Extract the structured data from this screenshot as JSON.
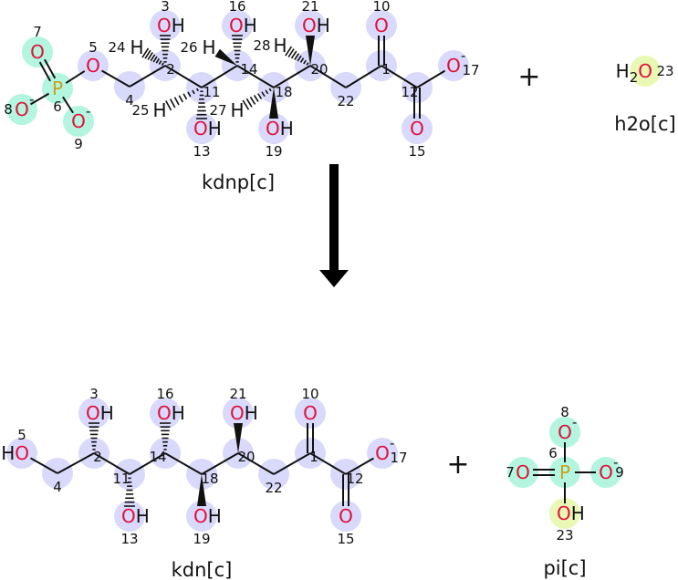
{
  "colors": {
    "oxygen": "#e0103a",
    "phosphorus": "#c8a21a",
    "hydrogen": "#111111",
    "carbon_highlight": "#d9d9fb",
    "phosphate_highlight": "#b3f5df",
    "water_highlight": "#e9f8b4"
  },
  "reaction": {
    "plus_sign": "+",
    "arrow": "reaction-arrow",
    "reactants": [
      {
        "name": "kdnp[c]",
        "atoms": [
          {
            "id": "P6",
            "num": "6",
            "label": "P",
            "charge": ""
          },
          {
            "id": "O7",
            "num": "7",
            "label": "O",
            "charge": ""
          },
          {
            "id": "O8",
            "num": "8",
            "label": "O",
            "charge": "-"
          },
          {
            "id": "O9",
            "num": "9",
            "label": "O",
            "charge": "-"
          },
          {
            "id": "O5",
            "num": "5",
            "label": "O",
            "charge": ""
          },
          {
            "id": "C4",
            "num": "4",
            "label": "",
            "charge": ""
          },
          {
            "id": "C2",
            "num": "2",
            "label": "",
            "charge": ""
          },
          {
            "id": "O3",
            "num": "3",
            "label": "OH",
            "charge": ""
          },
          {
            "id": "H24",
            "num": "24",
            "label": "H",
            "charge": ""
          },
          {
            "id": "C11",
            "num": "11",
            "label": "",
            "charge": ""
          },
          {
            "id": "O13",
            "num": "13",
            "label": "OH",
            "charge": ""
          },
          {
            "id": "H25",
            "num": "25",
            "label": "H",
            "charge": ""
          },
          {
            "id": "C14",
            "num": "14",
            "label": "",
            "charge": ""
          },
          {
            "id": "O16",
            "num": "16",
            "label": "OH",
            "charge": ""
          },
          {
            "id": "H26",
            "num": "26",
            "label": "H",
            "charge": ""
          },
          {
            "id": "C18",
            "num": "18",
            "label": "",
            "charge": ""
          },
          {
            "id": "O19",
            "num": "19",
            "label": "OH",
            "charge": ""
          },
          {
            "id": "H27",
            "num": "27",
            "label": "H",
            "charge": ""
          },
          {
            "id": "C20",
            "num": "20",
            "label": "",
            "charge": ""
          },
          {
            "id": "O21",
            "num": "21",
            "label": "OH",
            "charge": ""
          },
          {
            "id": "H28",
            "num": "28",
            "label": "H",
            "charge": ""
          },
          {
            "id": "C22",
            "num": "22",
            "label": "",
            "charge": ""
          },
          {
            "id": "C1",
            "num": "1",
            "label": "",
            "charge": ""
          },
          {
            "id": "O10",
            "num": "10",
            "label": "O",
            "charge": ""
          },
          {
            "id": "C12",
            "num": "12",
            "label": "",
            "charge": ""
          },
          {
            "id": "O15",
            "num": "15",
            "label": "O",
            "charge": ""
          },
          {
            "id": "O17",
            "num": "17",
            "label": "O",
            "charge": "-"
          }
        ]
      },
      {
        "name": "h2o[c]",
        "atoms": [
          {
            "id": "O23",
            "num": "23",
            "label": "H2O",
            "charge": ""
          }
        ]
      }
    ],
    "products": [
      {
        "name": "kdn[c]",
        "atoms": [
          {
            "id": "O5",
            "num": "5",
            "label": "HO",
            "charge": ""
          },
          {
            "id": "C4",
            "num": "4",
            "label": "",
            "charge": ""
          },
          {
            "id": "C2",
            "num": "2",
            "label": "",
            "charge": ""
          },
          {
            "id": "O3",
            "num": "3",
            "label": "OH",
            "charge": ""
          },
          {
            "id": "C11",
            "num": "11",
            "label": "",
            "charge": ""
          },
          {
            "id": "O13",
            "num": "13",
            "label": "OH",
            "charge": ""
          },
          {
            "id": "C14",
            "num": "14",
            "label": "",
            "charge": ""
          },
          {
            "id": "O16",
            "num": "16",
            "label": "OH",
            "charge": ""
          },
          {
            "id": "C18",
            "num": "18",
            "label": "",
            "charge": ""
          },
          {
            "id": "O19",
            "num": "19",
            "label": "OH",
            "charge": ""
          },
          {
            "id": "C20",
            "num": "20",
            "label": "",
            "charge": ""
          },
          {
            "id": "O21",
            "num": "21",
            "label": "OH",
            "charge": ""
          },
          {
            "id": "C22",
            "num": "22",
            "label": "",
            "charge": ""
          },
          {
            "id": "C1",
            "num": "1",
            "label": "",
            "charge": ""
          },
          {
            "id": "O10",
            "num": "10",
            "label": "O",
            "charge": ""
          },
          {
            "id": "C12",
            "num": "12",
            "label": "",
            "charge": ""
          },
          {
            "id": "O15",
            "num": "15",
            "label": "O",
            "charge": ""
          },
          {
            "id": "O17",
            "num": "17",
            "label": "O",
            "charge": "-"
          }
        ]
      },
      {
        "name": "pi[c]",
        "atoms": [
          {
            "id": "P6",
            "num": "6",
            "label": "P",
            "charge": ""
          },
          {
            "id": "O8",
            "num": "8",
            "label": "O",
            "charge": "-"
          },
          {
            "id": "O7",
            "num": "7",
            "label": "O",
            "charge": ""
          },
          {
            "id": "O9",
            "num": "9",
            "label": "O",
            "charge": "-"
          },
          {
            "id": "O23",
            "num": "23",
            "label": "OH",
            "charge": ""
          }
        ]
      }
    ]
  }
}
